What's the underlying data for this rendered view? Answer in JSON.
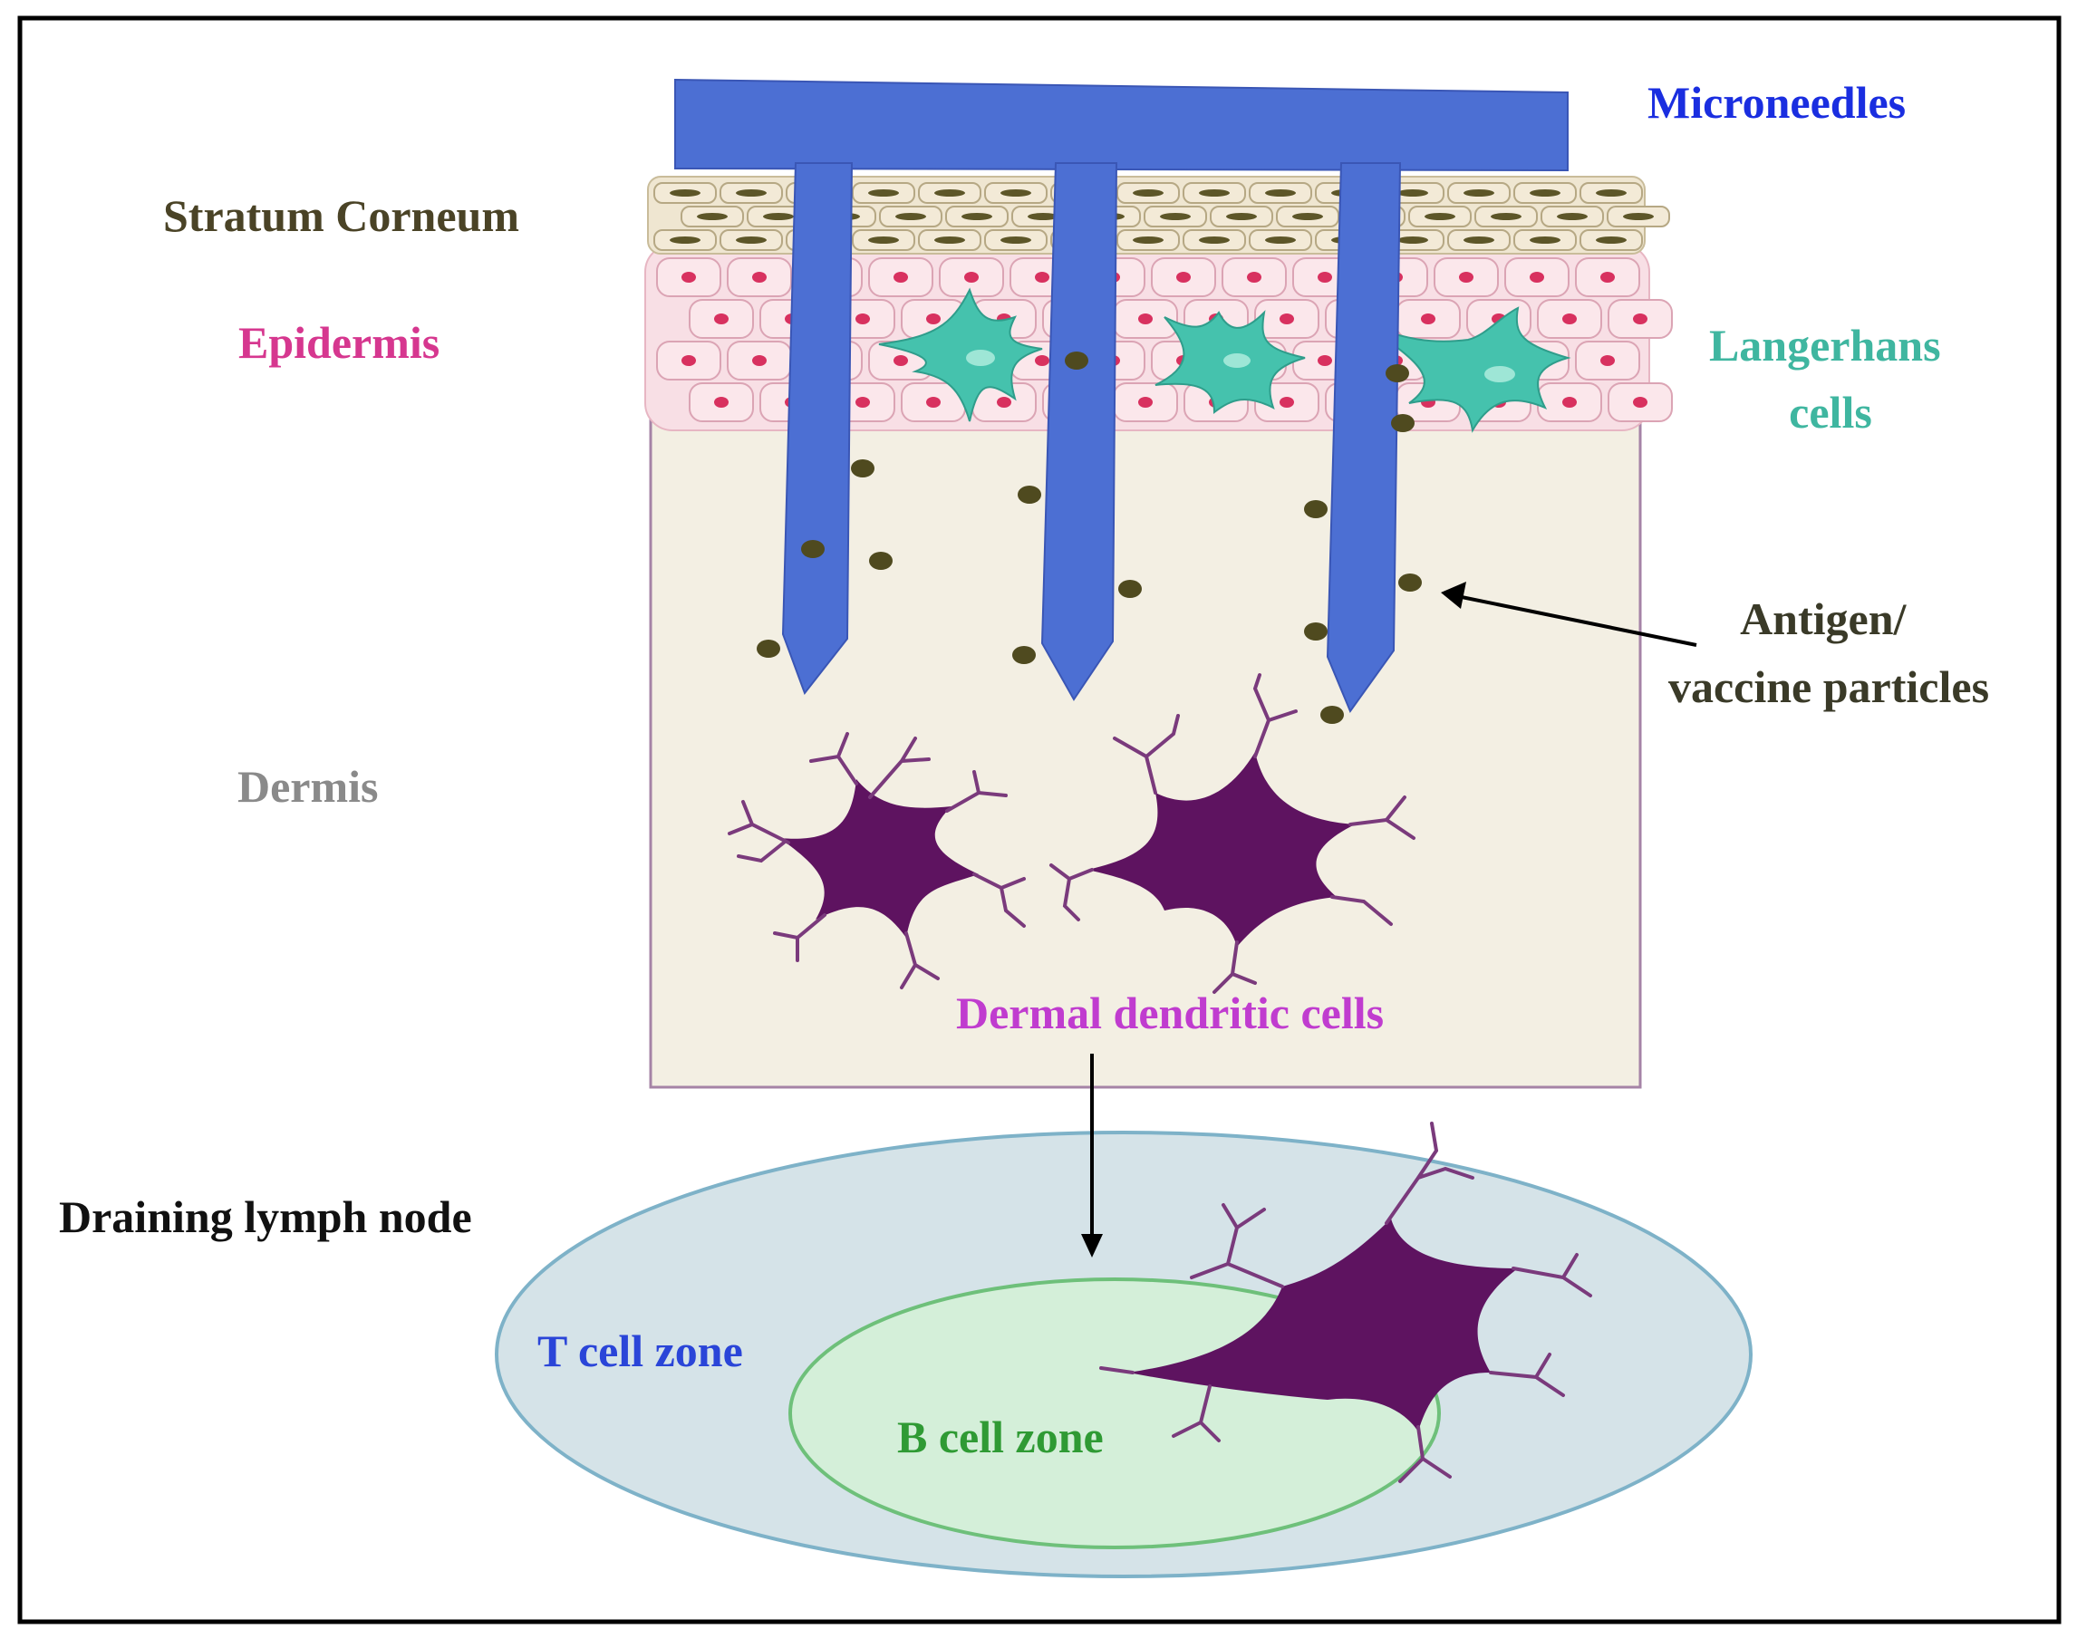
{
  "labels": {
    "microneedles": "Microneedles",
    "stratum_corneum": "Stratum Corneum",
    "epidermis": "Epidermis",
    "langerhans_line1": "Langerhans",
    "langerhans_line2": "cells",
    "antigen_line1": "Antigen/",
    "antigen_line2": "vaccine particles",
    "dermis": "Dermis",
    "dermal_dendritic_cells": "Dermal dendritic cells",
    "draining_lymph_node": "Draining lymph node",
    "t_cell_zone": "T cell zone",
    "b_cell_zone": "B cell zone"
  },
  "colors": {
    "microneedles": "#1a2ee0",
    "needle_fill": "#4c6fd3",
    "stratum_corneum": "#4a4326",
    "epidermis": "#d6378f",
    "langerhans": "#3fb6a0",
    "antigen": "#3a3a28",
    "dermis": "#8a8a8a",
    "dermal_dendritic": "#c03ccf",
    "lymph_node": "#111111",
    "t_cell_zone": "#2a45d8",
    "b_cell_zone": "#2f9a34",
    "dendritic_cell": "#5e1360",
    "particle": "#4f4a1f"
  }
}
